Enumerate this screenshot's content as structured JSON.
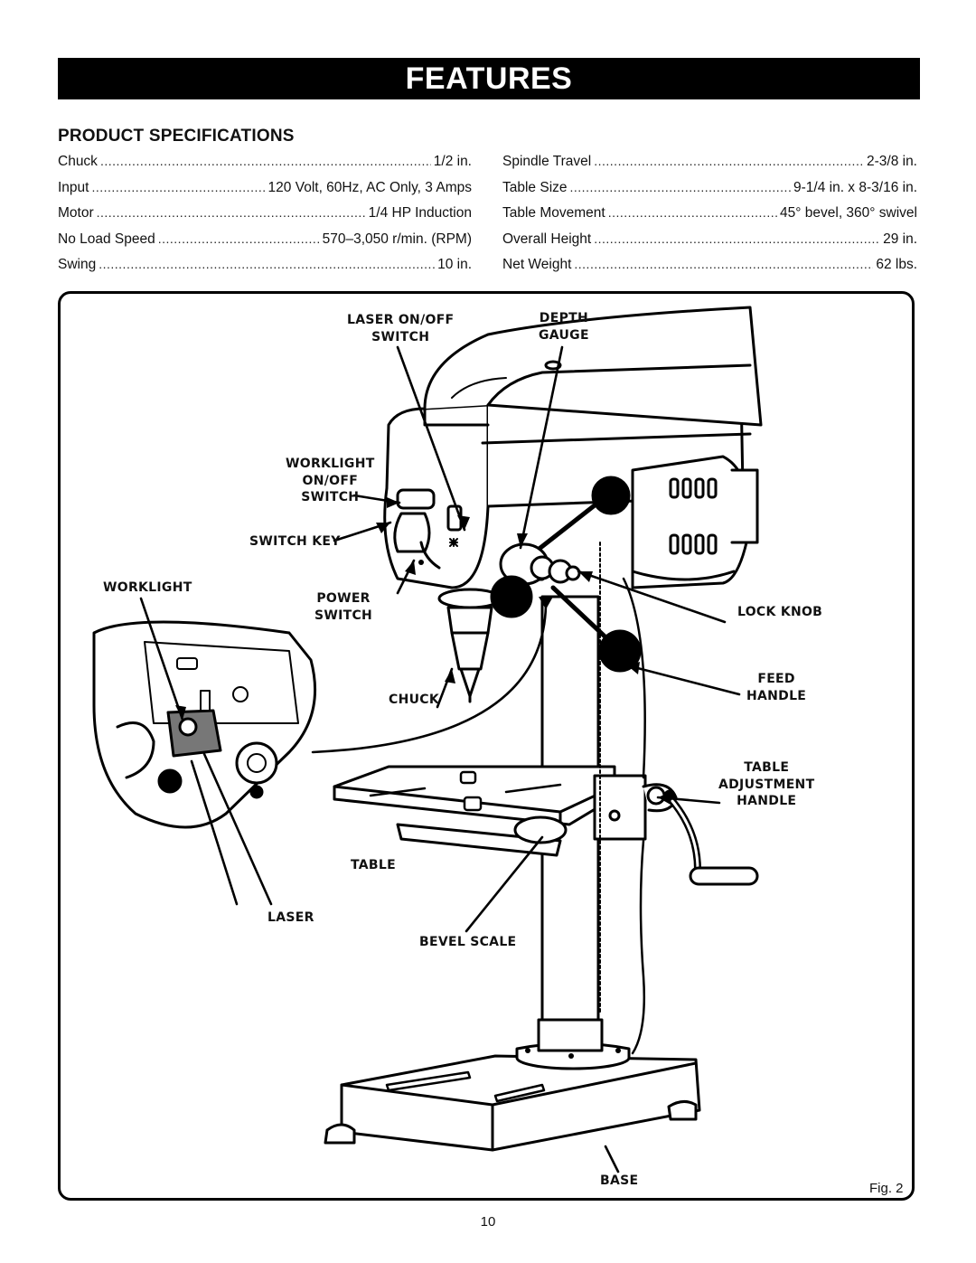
{
  "header": {
    "banner": "FEATURES"
  },
  "specs": {
    "title": "PRODUCT SPECIFICATIONS",
    "left": [
      {
        "label": "Chuck",
        "value": "1/2 in."
      },
      {
        "label": "Input",
        "value": "120 Volt, 60Hz, AC Only, 3 Amps"
      },
      {
        "label": "Motor",
        "value": "1/4 HP Induction"
      },
      {
        "label": "No Load Speed",
        "value": "570–3,050 r/min. (RPM)"
      },
      {
        "label": "Swing",
        "value": "10 in."
      }
    ],
    "right": [
      {
        "label": "Spindle Travel",
        "value": "2-3/8 in."
      },
      {
        "label": "Table Size",
        "value": "9-1/4 in. x 8-3/16 in."
      },
      {
        "label": "Table Movement",
        "value": "45° bevel, 360° swivel"
      },
      {
        "label": "Overall Height",
        "value": "29 in."
      },
      {
        "label": "Net Weight",
        "value": "62 lbs."
      }
    ]
  },
  "callouts": {
    "laser_switch": [
      "LASER ON/OFF",
      "SWITCH"
    ],
    "depth_gauge": [
      "DEPTH",
      "GAUGE"
    ],
    "worklight_switch": [
      "WORKLIGHT",
      "ON/OFF",
      "SWITCH"
    ],
    "switch_key": [
      "SWITCH KEY"
    ],
    "worklight": [
      "WORKLIGHT"
    ],
    "power_switch": [
      "POWER",
      "SWITCH"
    ],
    "lock_knob": [
      "LOCK KNOB"
    ],
    "feed_handle": [
      "FEED",
      "HANDLE"
    ],
    "chuck": [
      "CHUCK"
    ],
    "table_adjustment": [
      "TABLE",
      "ADJUSTMENT",
      "HANDLE"
    ],
    "table": [
      "TABLE"
    ],
    "laser": [
      "LASER"
    ],
    "bevel_scale": [
      "BEVEL SCALE"
    ],
    "base": [
      "BASE"
    ]
  },
  "figure_label": "Fig. 2",
  "page_number": "10"
}
